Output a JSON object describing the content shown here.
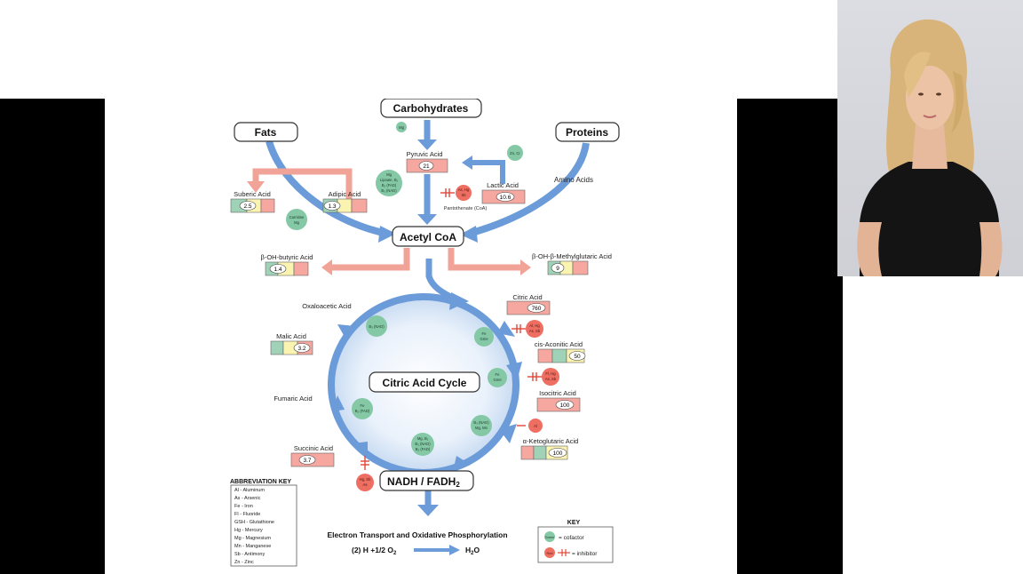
{
  "diagram": {
    "sources": {
      "carbohydrates": "Carbohydrates",
      "fats": "Fats",
      "proteins": "Proteins"
    },
    "nodes": {
      "pyruvic": {
        "label": "Pyruvic Acid",
        "value": "21"
      },
      "lactic": {
        "label": "Lactic Acid",
        "value": "10.6"
      },
      "suberic": {
        "label": "Suberic Acid",
        "value": "2.5"
      },
      "adipic": {
        "label": "Adipic Acid",
        "value": "1.3"
      },
      "bohb": {
        "label": "β-OH-butyric Acid",
        "value": "1.4"
      },
      "hmg": {
        "label": "β-OH-β-Methylglutaric Acid",
        "value": "9"
      },
      "citric": {
        "label": "Citric Acid",
        "value": "760"
      },
      "cisaconitic": {
        "label": "cis-Aconitic Acid",
        "value": "50"
      },
      "isocitric": {
        "label": "Isocitric Acid",
        "value": "100"
      },
      "akg": {
        "label": "α-Ketoglutaric Acid",
        "value": "100"
      },
      "malic": {
        "label": "Malic Acid",
        "value": "3.2"
      },
      "succinic": {
        "label": "Succinic Acid",
        "value": "3.7"
      }
    },
    "labels": {
      "amino_acids": "Amino Acids",
      "pantothenate": "Pantothenate (CoA)",
      "acetyl_coa": "Acetyl CoA",
      "oxaloacetic": "Oxaloacetic Acid",
      "fumaric": "Fumaric Acid",
      "citric_cycle": "Citric Acid Cycle",
      "nadh_main": "NADH / FADH",
      "nadh_sub": "2",
      "etc_title": "Electron Transport and Oxidative Phosphorylation",
      "eq_left": "(2) H   +1/2 O",
      "eq_left_sub": "2",
      "eq_right": "H",
      "eq_right_sub": "2",
      "eq_right_end": "O"
    },
    "cofactors": {
      "mg_top": "Mg",
      "zn_cr": "Zn, Cr",
      "pyruvate_co": [
        "Mg",
        "Lipoate, B₁",
        "B₂ (FAD)",
        "B₃ (NAD)"
      ],
      "carnitine": [
        "Carnitine",
        "Mg"
      ],
      "b3_oxalo": "B₃ (NAD)",
      "fe_gsh_1": [
        "Fe",
        "GSH"
      ],
      "fe_gsh_2": [
        "Fe",
        "GSH"
      ],
      "fe_b2": [
        "Fe",
        "B₂ (FAD)"
      ],
      "b3_mg_mn": [
        "B₃ (NAD)",
        "Mg, Mn"
      ],
      "mg_bottom": [
        "Mg, B₁",
        "B₃ (NAD)",
        "B₂ (FAD)"
      ]
    },
    "inhibitors": {
      "pyruvate_inh": [
        "As, Hg",
        "Sb"
      ],
      "citric_inh": [
        "Al, Hg",
        "As, Sb"
      ],
      "iso_inh": [
        "Fl, Hg",
        "As, Sb"
      ],
      "akg_inh": "Al",
      "succinic_inh": [
        "Hg, Sb",
        "As"
      ]
    },
    "abbreviation_key": {
      "title": "ABBREVIATION KEY",
      "items": [
        "Al - Aluminum",
        "As - Arsenic",
        "Fe - Iron",
        "Fl - Fluoride",
        "GSH - Glutathione",
        "Hg - Mercury",
        "Mg - Magnesium",
        "Mn - Manganese",
        "Sb - Antimony",
        "Zn - Zinc"
      ]
    },
    "key": {
      "title": "KEY",
      "green_label": "Green",
      "green_text": "= cofactor",
      "red_label": "Red",
      "red_text": "= inhibitor"
    },
    "colors": {
      "arrow_blue": "#6b9bd8",
      "arrow_pink": "#f2a398",
      "cofactor_green": "#84c8a6",
      "inhibitor_red": "#ee6f62"
    }
  }
}
